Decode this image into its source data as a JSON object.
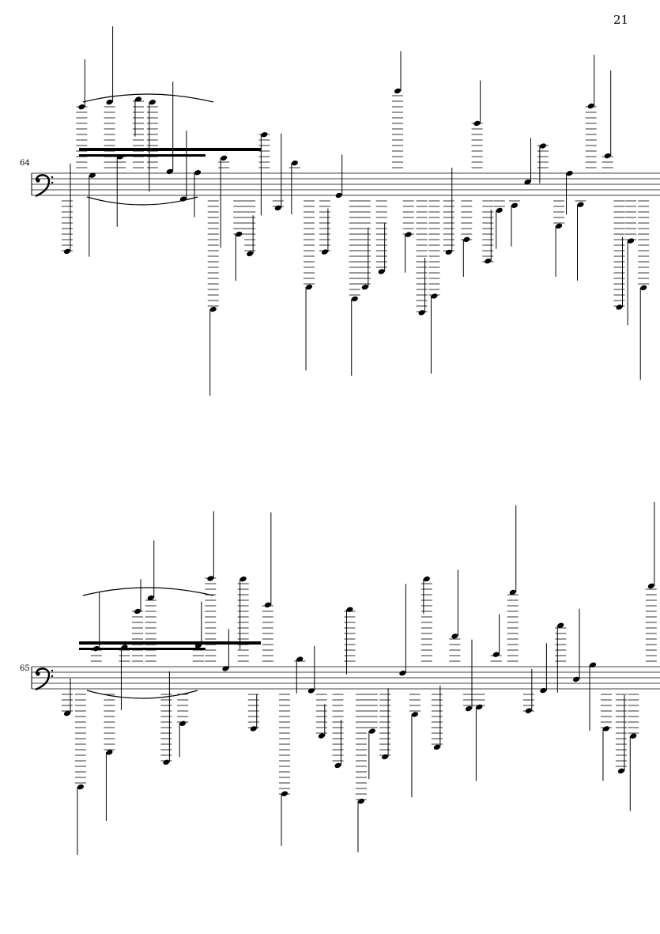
{
  "page": {
    "number": "21"
  },
  "systems": [
    {
      "measure_number": "64",
      "clef": "bass"
    },
    {
      "measure_number": "65",
      "clef": "bass"
    }
  ]
}
